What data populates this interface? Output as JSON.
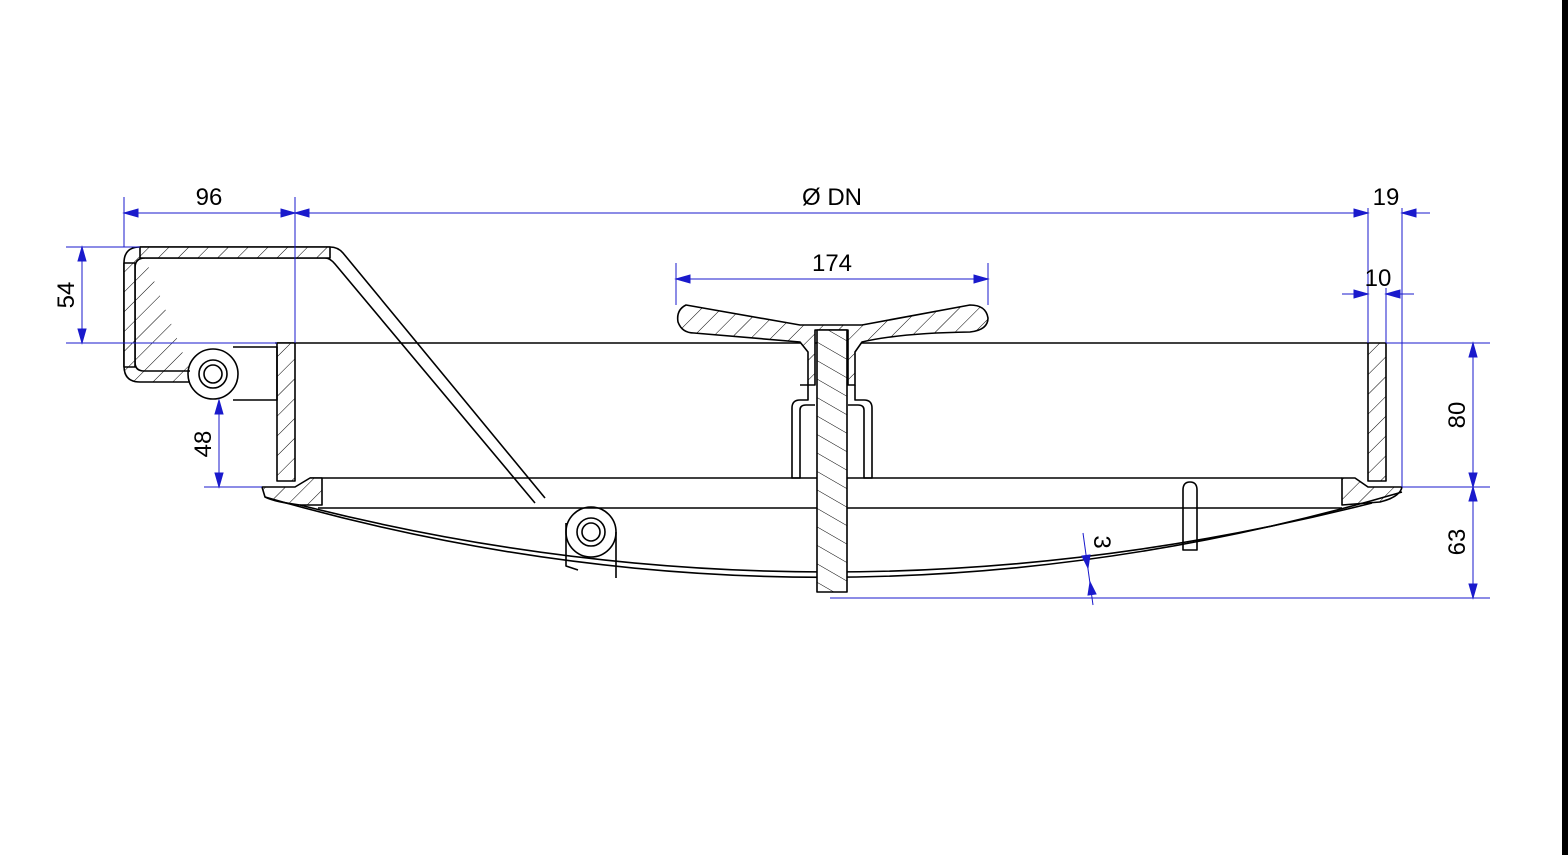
{
  "colors": {
    "outline": "#000000",
    "dimension": "#1a1acc",
    "background": "#ffffff"
  },
  "dimensions": {
    "handle_width": "96",
    "diameter": "Ø DN",
    "rim_thickness": "19",
    "wheel_width": "174",
    "wall_thickness": "10",
    "handle_height": "54",
    "pivot_height": "48",
    "wall_height": "80",
    "dish_depth": "63",
    "dish_thickness": "3"
  }
}
